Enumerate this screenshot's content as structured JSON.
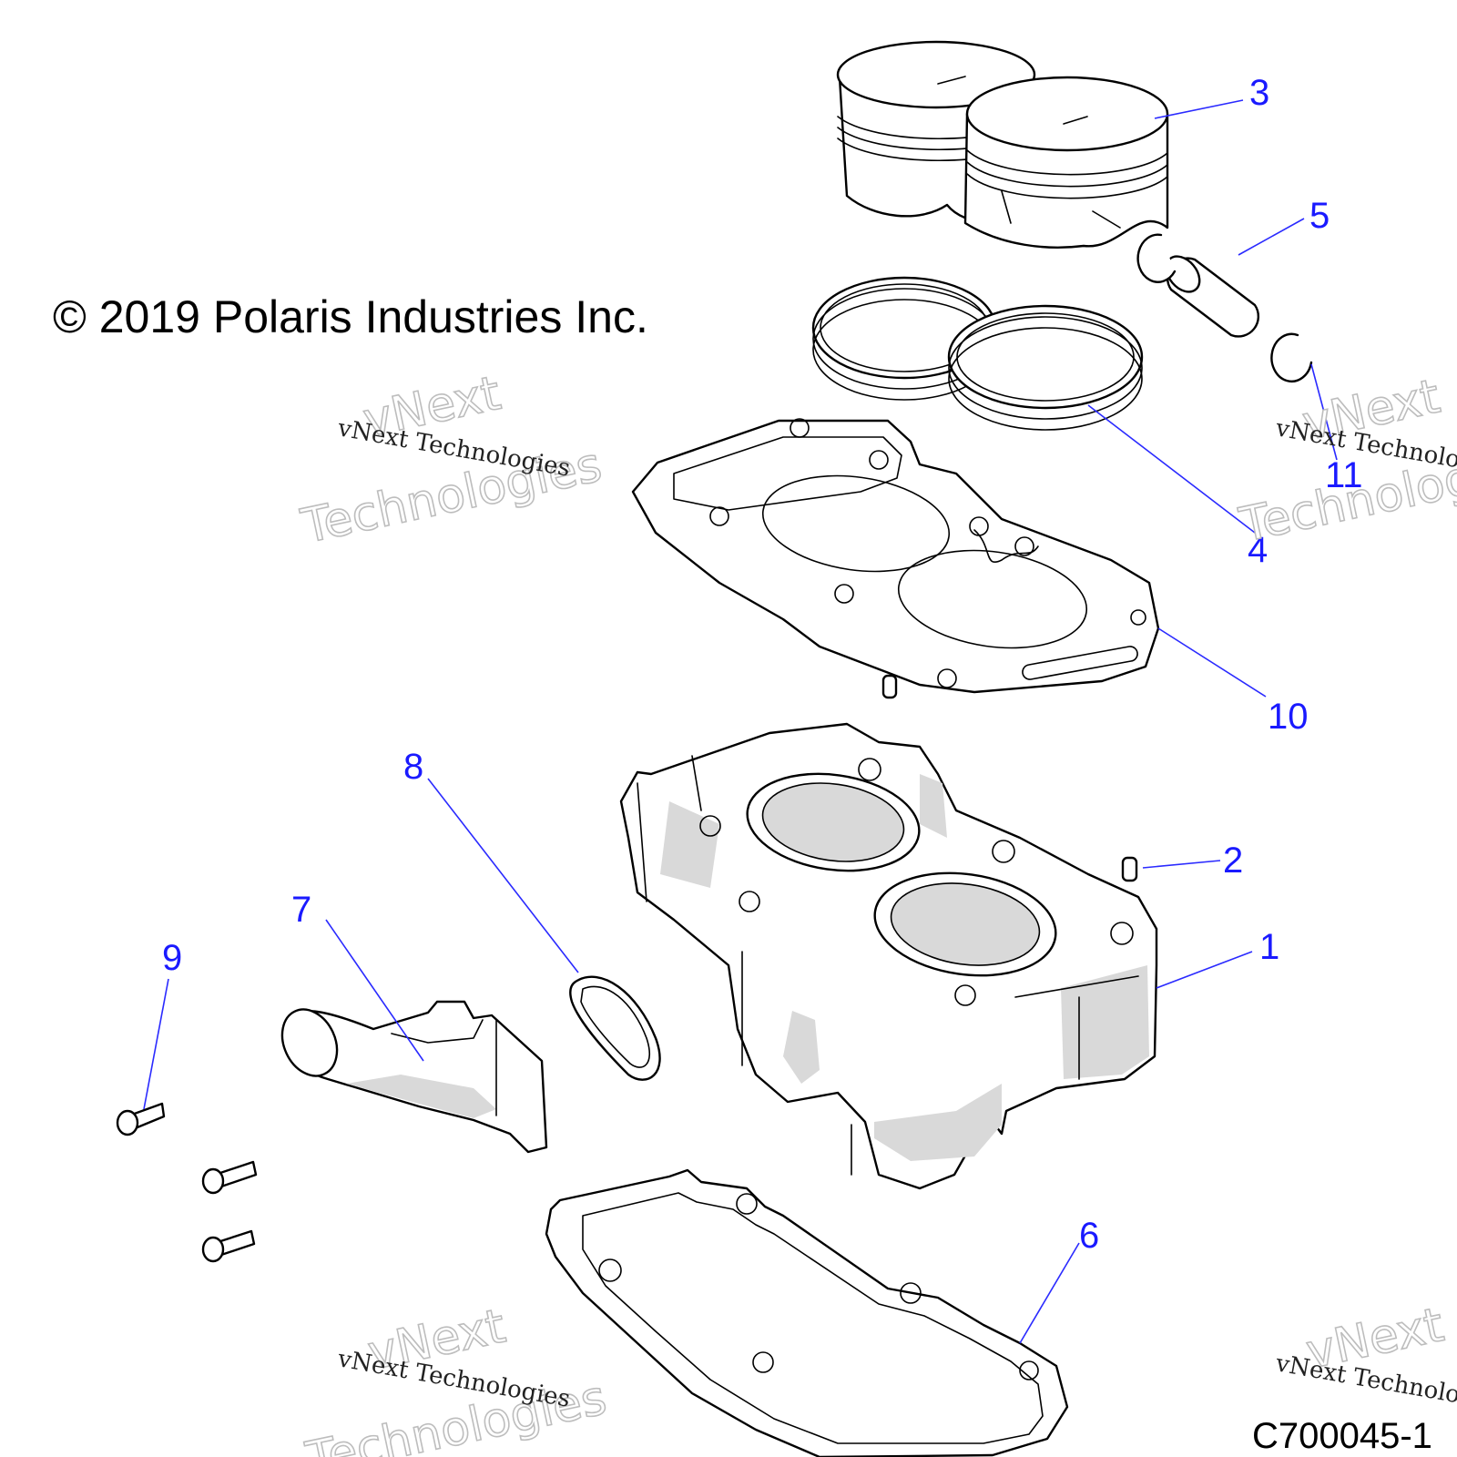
{
  "copyright": "© 2019 Polaris Industries Inc.",
  "figure_id": "C700045-1",
  "watermark": {
    "line1": "vNext",
    "line2": "Technologies",
    "caption": "vNext Technologies"
  },
  "callouts": [
    {
      "id": "1",
      "part": "cylinder"
    },
    {
      "id": "2",
      "part": "dowel-pin"
    },
    {
      "id": "3",
      "part": "piston"
    },
    {
      "id": "4",
      "part": "piston-ring-set"
    },
    {
      "id": "5",
      "part": "piston-pin"
    },
    {
      "id": "6",
      "part": "cylinder-base-gasket"
    },
    {
      "id": "7",
      "part": "coolant-elbow"
    },
    {
      "id": "8",
      "part": "elbow-seal"
    },
    {
      "id": "9",
      "part": "bolt"
    },
    {
      "id": "10",
      "part": "head-gasket"
    },
    {
      "id": "11",
      "part": "circlip"
    }
  ],
  "colors": {
    "callout": "#1a1aff",
    "line": "#000000",
    "shade": "#d9d9d9"
  }
}
